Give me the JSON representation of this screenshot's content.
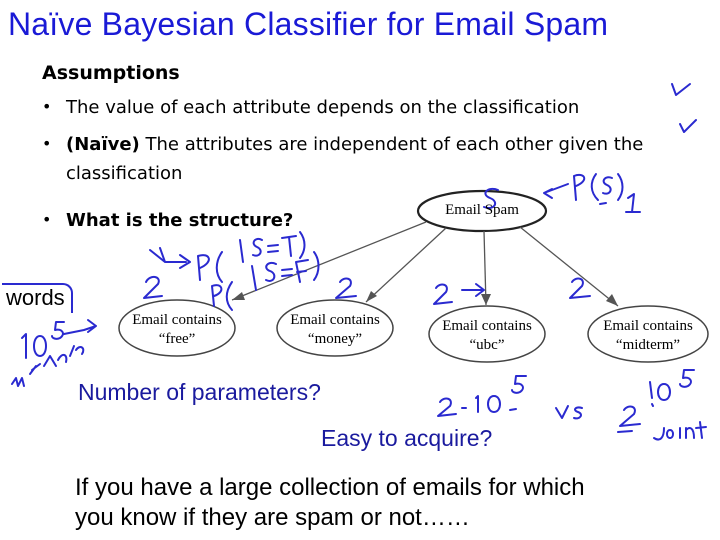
{
  "title": "Naïve Bayesian Classifier for  Email Spam",
  "assumptions": {
    "heading": "Assumptions",
    "bullet_1": "The value of each attribute depends on the classification",
    "bullet_2_prefix": "(Naïve)",
    "bullet_2_text": " The attributes are independent of each other given the",
    "bullet_2_cont": "classification",
    "bullet_3": "What is the structure?"
  },
  "diagram": {
    "root": "Email Spam",
    "children": [
      {
        "line1": "Email contains",
        "line2": "“free”"
      },
      {
        "line1": "Email contains",
        "line2": "“money”"
      },
      {
        "line1": "Email contains",
        "line2": "“ubc”"
      },
      {
        "line1": "Email contains",
        "line2": "“midterm”"
      }
    ],
    "words_label": "words"
  },
  "questions": {
    "parameters": "Number of parameters?",
    "acquire": "Easy to acquire?",
    "large_collection_line1": "If you have a large collection of emails for which",
    "large_collection_line2": "you know if they are spam or not……"
  },
  "annotation_color": "#2a2ad0",
  "text_color": "#1a1ad6"
}
